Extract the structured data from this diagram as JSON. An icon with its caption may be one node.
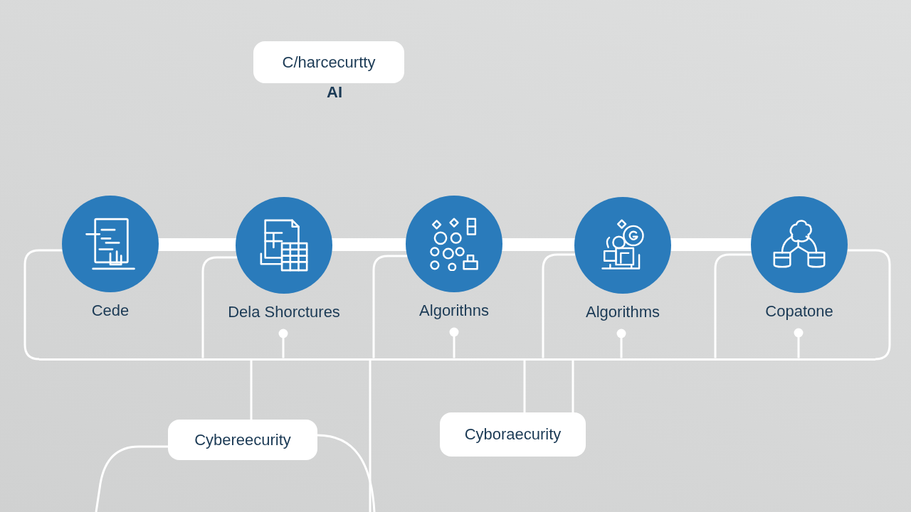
{
  "diagram": {
    "nodes": [
      {
        "text": [
          "C/harcecurtty"
        ],
        "beside": [
          "AI"
        ]
      },
      {
        "text": [
          "Cede"
        ]
      },
      {
        "text": [
          "Dela Shorctures"
        ]
      },
      {
        "text": [
          "Algorithns"
        ]
      },
      {
        "text": [
          "Algorithms"
        ]
      },
      {
        "text": [
          "Copatone"
        ]
      },
      {
        "text": [],
        "shape": "bar"
      },
      {
        "text": [
          "Cybereecurity"
        ]
      },
      {
        "text": [
          "Cyboraecurity"
        ]
      }
    ],
    "edges": [
      {
        "from": 1,
        "to": 2,
        "arrow": "none",
        "style": "thick"
      },
      {
        "from": 2,
        "to": 3,
        "arrow": "none",
        "style": "thick"
      },
      {
        "from": 3,
        "to": 4,
        "arrow": "none",
        "style": "thick"
      },
      {
        "from": 4,
        "to": 5,
        "arrow": "none",
        "style": "thick"
      },
      {
        "from": 1,
        "to": 6,
        "arrow": "none"
      },
      {
        "from": 2,
        "to": 6,
        "arrow": "none"
      },
      {
        "from": 3,
        "to": 6,
        "arrow": "none"
      },
      {
        "from": 4,
        "to": 6,
        "arrow": "none"
      },
      {
        "from": 5,
        "to": 6,
        "arrow": "none"
      },
      {
        "from": 5,
        "to": 6,
        "arrow": "none"
      },
      {
        "from": 6,
        "to": 2,
        "arrow": "other"
      },
      {
        "from": 6,
        "to": 3,
        "arrow": "other"
      },
      {
        "from": 6,
        "to": 4,
        "arrow": "other"
      },
      {
        "from": 6,
        "to": 5,
        "arrow": "other"
      },
      {
        "from": 6,
        "to": 7,
        "arrow": "none"
      },
      {
        "from": 6,
        "to": 8,
        "arrow": "none"
      },
      {
        "from": 6,
        "to": 8,
        "arrow": "none"
      },
      {
        "from": 6,
        "to": null,
        "arrow": "none"
      },
      {
        "from": 7,
        "to": null,
        "arrow": "none"
      },
      {
        "from": 7,
        "to": null,
        "arrow": "none"
      }
    ]
  }
}
